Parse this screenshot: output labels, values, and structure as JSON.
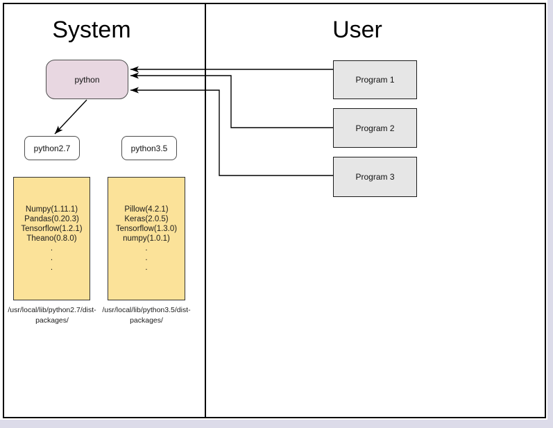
{
  "titles": {
    "system": "System",
    "user": "User"
  },
  "colors": {
    "python_box_fill": "#e8d7e1",
    "package_box_fill": "#fbe299",
    "program_box_fill": "#e6e6e6",
    "line_color": "#000000",
    "page_edge": "#dcdbe9"
  },
  "system": {
    "python_label": "python",
    "interpreters": [
      {
        "label": "python2.7"
      },
      {
        "label": "python3.5"
      }
    ],
    "package_boxes": [
      {
        "packages": [
          "Numpy(1.11.1)",
          "Pandas(0.20.3)",
          "Tensorflow(1.2.1)",
          "Theano(0.8.0)"
        ],
        "ellipsis": [
          ".",
          ".",
          "."
        ],
        "path_line1": "/usr/local/lib/python2.7/dist-",
        "path_line2": "packages/"
      },
      {
        "packages": [
          "Pillow(4.2.1)",
          "Keras(2.0.5)",
          "Tensorflow(1.3.0)",
          "numpy(1.0.1)"
        ],
        "ellipsis": [
          ".",
          ".",
          "."
        ],
        "path_line1": "/usr/local/lib/python3.5/dist-",
        "path_line2": "packages/"
      }
    ]
  },
  "user": {
    "programs": [
      {
        "label": "Program 1"
      },
      {
        "label": "Program 2"
      },
      {
        "label": "Program 3"
      }
    ]
  }
}
